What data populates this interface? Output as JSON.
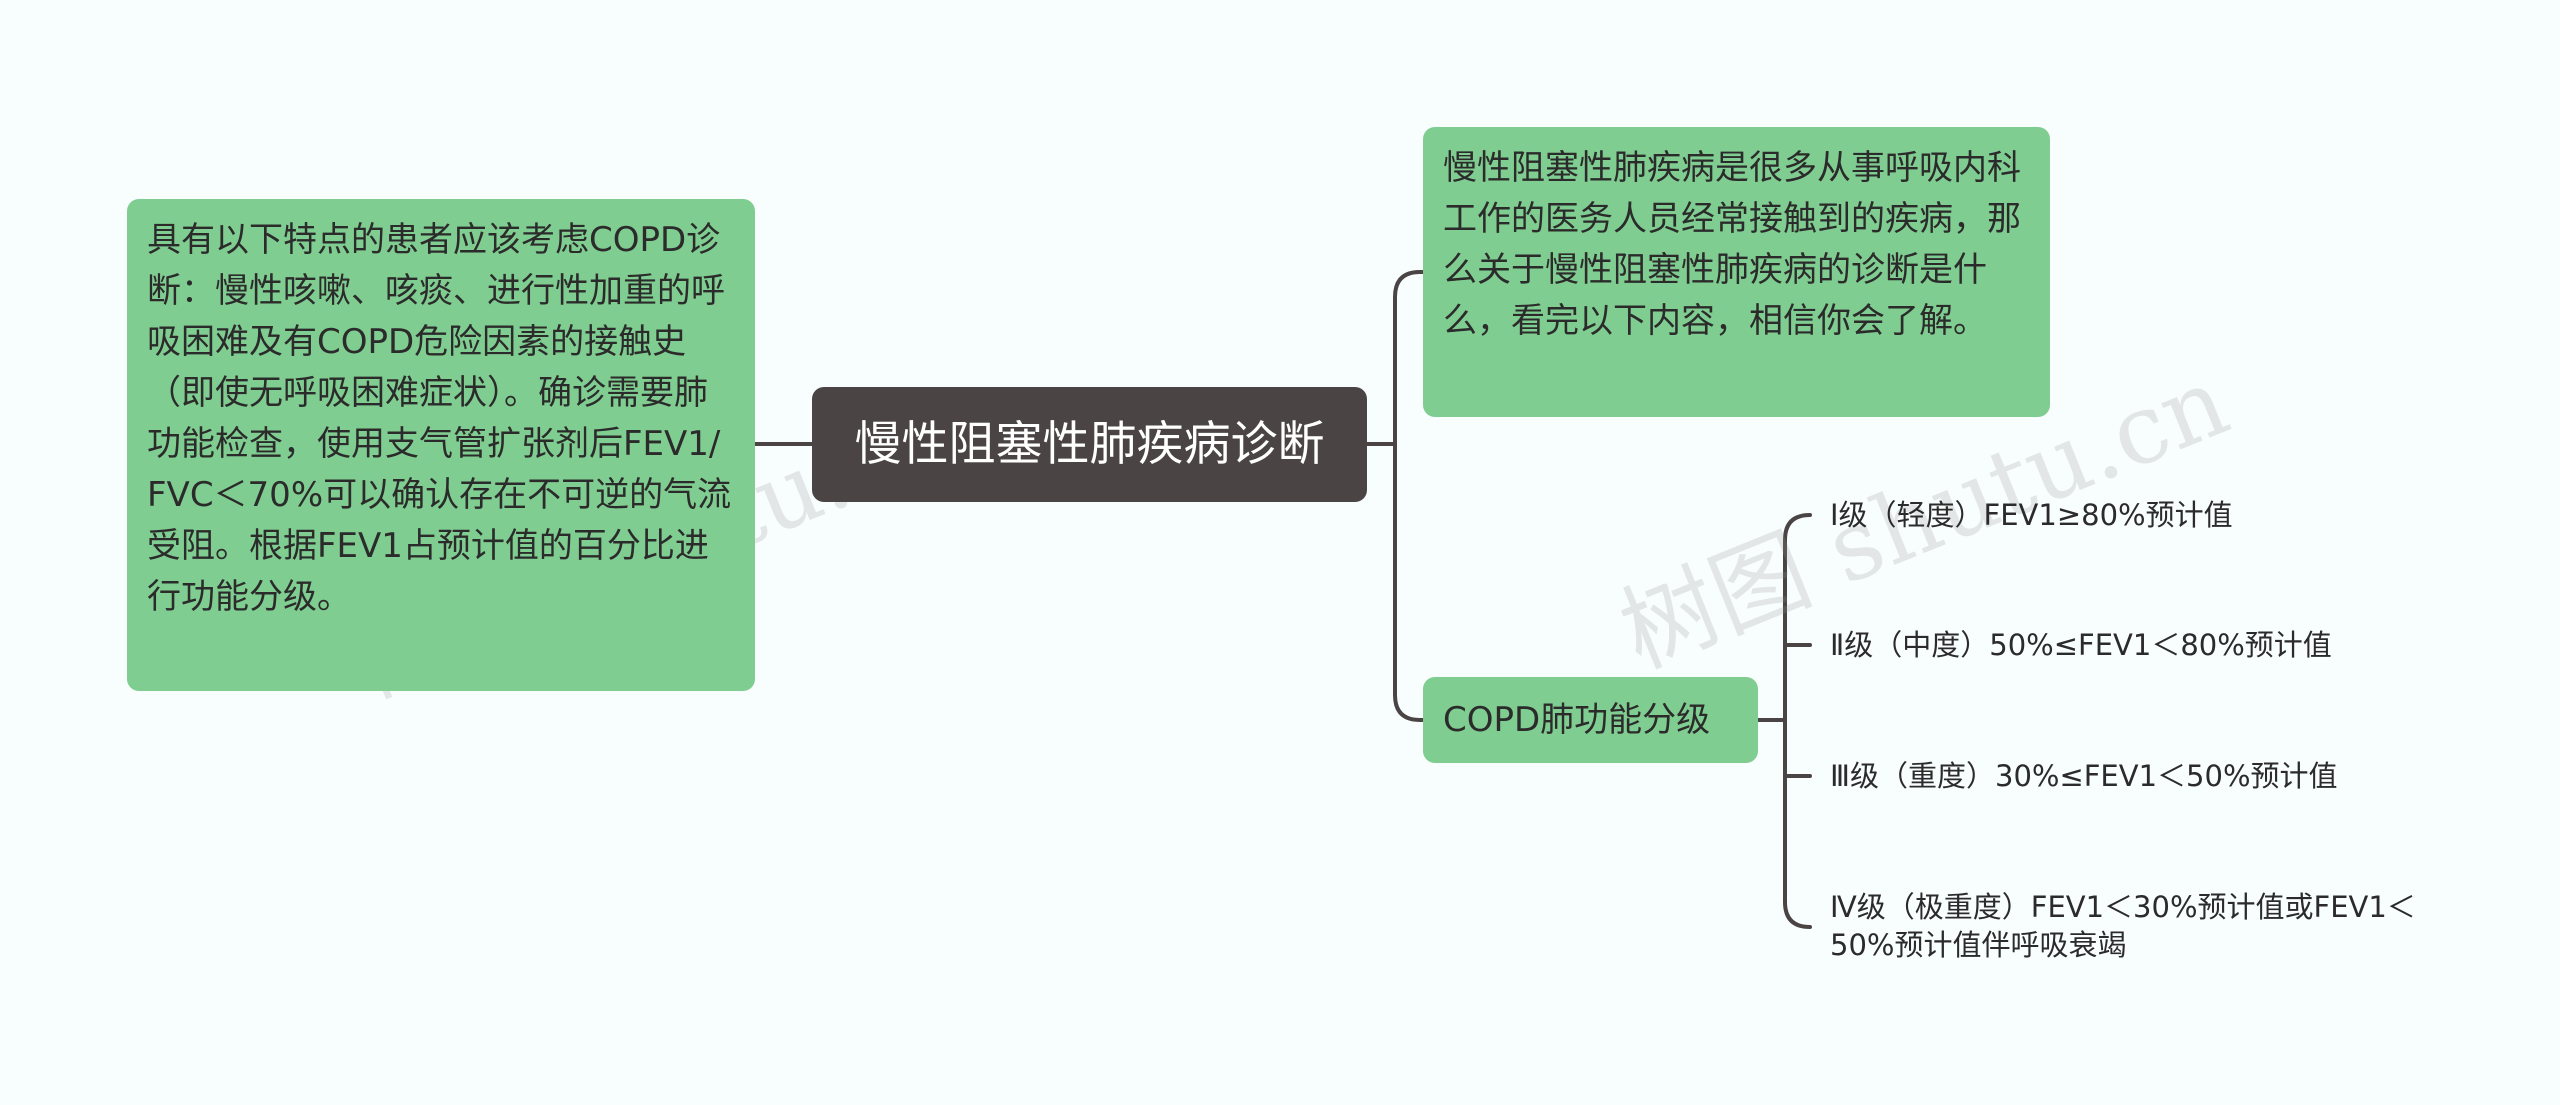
{
  "root": {
    "title": "慢性阻塞性肺疾病诊断"
  },
  "left": {
    "text": "具有以下特点的患者应该考虑COPD诊断：慢性咳嗽、咳痰、进行性加重的呼吸困难及有COPD危险因素的接触史（即使无呼吸困难症状）。确诊需要肺功能检查，使用支气管扩张剂后FEV1/FVC＜70%可以确认存在不可逆的气流受阻。根据FEV1占预计值的百分比进行功能分级。"
  },
  "right_top": {
    "text": "慢性阻塞性肺疾病是很多从事呼吸内科工作的医务人员经常接触到的疾病，那么关于慢性阻塞性肺疾病的诊断是什么，看完以下内容，相信你会了解。"
  },
  "grading": {
    "title": "COPD肺功能分级",
    "items": [
      "Ⅰ级（轻度）FEV1≥80%预计值",
      "Ⅱ级（中度）50%≤FEV1＜80%预计值",
      "Ⅲ级（重度）30%≤FEV1＜50%预计值",
      "Ⅳ级（极重度）FEV1＜30%预计值或FEV1＜50%预计值伴呼吸衰竭"
    ]
  },
  "watermarks": [
    "树图 shutu.cn",
    "树图 shutu.cn"
  ],
  "colors": {
    "node_green": "#80cd91",
    "root_bg": "#4a4444",
    "line": "#4a4444",
    "background": "#f8fdfd"
  }
}
